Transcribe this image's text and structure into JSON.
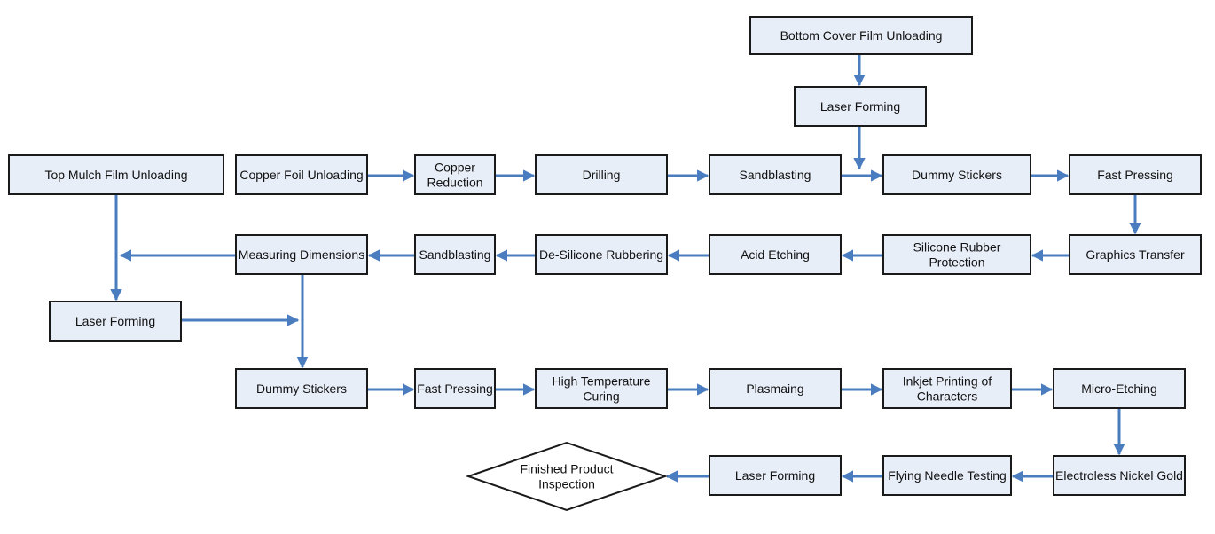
{
  "colors": {
    "box_fill": "#e8eef8",
    "box_border": "#1a1a1a",
    "arrow": "#4a7cc0",
    "text": "#111111"
  },
  "nodes": {
    "bottom_cover_film_unloading": {
      "lines": [
        "Bottom Cover Film Unloading"
      ]
    },
    "laser_forming_top": {
      "lines": [
        "Laser Forming"
      ]
    },
    "top_mulch_film_unloading": {
      "lines": [
        "Top Mulch Film Unloading"
      ]
    },
    "copper_foil_unloading": {
      "lines": [
        "Copper Foil Unloading"
      ]
    },
    "copper_reduction": {
      "lines": [
        "Copper",
        "Reduction"
      ]
    },
    "drilling": {
      "lines": [
        "Drilling"
      ]
    },
    "sandblasting_1": {
      "lines": [
        "Sandblasting"
      ]
    },
    "dummy_stickers_1": {
      "lines": [
        "Dummy Stickers"
      ]
    },
    "fast_pressing_1": {
      "lines": [
        "Fast Pressing"
      ]
    },
    "graphics_transfer": {
      "lines": [
        "Graphics Transfer"
      ]
    },
    "silicone_rubber_protection": {
      "lines": [
        "Silicone Rubber",
        "Protection"
      ]
    },
    "acid_etching": {
      "lines": [
        "Acid Etching"
      ]
    },
    "de_silicone_rubbering": {
      "lines": [
        "De-Silicone Rubbering"
      ]
    },
    "sandblasting_2": {
      "lines": [
        "Sandblasting"
      ]
    },
    "measuring_dimensions": {
      "lines": [
        "Measuring Dimensions"
      ]
    },
    "laser_forming_left": {
      "lines": [
        "Laser Forming"
      ]
    },
    "dummy_stickers_2": {
      "lines": [
        "Dummy Stickers"
      ]
    },
    "fast_pressing_2": {
      "lines": [
        "Fast Pressing"
      ]
    },
    "high_temperature_curing": {
      "lines": [
        "High Temperature",
        "Curing"
      ]
    },
    "plasmaing": {
      "lines": [
        "Plasmaing"
      ]
    },
    "inkjet_printing": {
      "lines": [
        "Inkjet Printing of",
        "Characters"
      ]
    },
    "micro_etching": {
      "lines": [
        "Micro-Etching"
      ]
    },
    "electroless_nickel_gold": {
      "lines": [
        "Electroless Nickel Gold"
      ]
    },
    "flying_needle_testing": {
      "lines": [
        "Flying Needle Testing"
      ]
    },
    "laser_forming_bottom": {
      "lines": [
        "Laser Forming"
      ]
    },
    "finished_product_inspection": {
      "lines": [
        "Finished Product",
        "Inspection"
      ]
    }
  },
  "edges": [
    [
      "bottom_cover_film_unloading",
      "laser_forming_top"
    ],
    [
      "laser_forming_top",
      "dummy_stickers_1"
    ],
    [
      "copper_foil_unloading",
      "copper_reduction"
    ],
    [
      "copper_reduction",
      "drilling"
    ],
    [
      "drilling",
      "sandblasting_1"
    ],
    [
      "sandblasting_1",
      "dummy_stickers_1"
    ],
    [
      "dummy_stickers_1",
      "fast_pressing_1"
    ],
    [
      "fast_pressing_1",
      "graphics_transfer"
    ],
    [
      "graphics_transfer",
      "silicone_rubber_protection"
    ],
    [
      "silicone_rubber_protection",
      "acid_etching"
    ],
    [
      "acid_etching",
      "de_silicone_rubbering"
    ],
    [
      "de_silicone_rubbering",
      "sandblasting_2"
    ],
    [
      "sandblasting_2",
      "measuring_dimensions"
    ],
    [
      "measuring_dimensions",
      "laser_forming_left"
    ],
    [
      "top_mulch_film_unloading",
      "laser_forming_left"
    ],
    [
      "laser_forming_left",
      "dummy_stickers_2"
    ],
    [
      "measuring_dimensions",
      "dummy_stickers_2"
    ],
    [
      "dummy_stickers_2",
      "fast_pressing_2"
    ],
    [
      "fast_pressing_2",
      "high_temperature_curing"
    ],
    [
      "high_temperature_curing",
      "plasmaing"
    ],
    [
      "plasmaing",
      "inkjet_printing"
    ],
    [
      "inkjet_printing",
      "micro_etching"
    ],
    [
      "micro_etching",
      "electroless_nickel_gold"
    ],
    [
      "electroless_nickel_gold",
      "flying_needle_testing"
    ],
    [
      "flying_needle_testing",
      "laser_forming_bottom"
    ],
    [
      "laser_forming_bottom",
      "finished_product_inspection"
    ]
  ]
}
